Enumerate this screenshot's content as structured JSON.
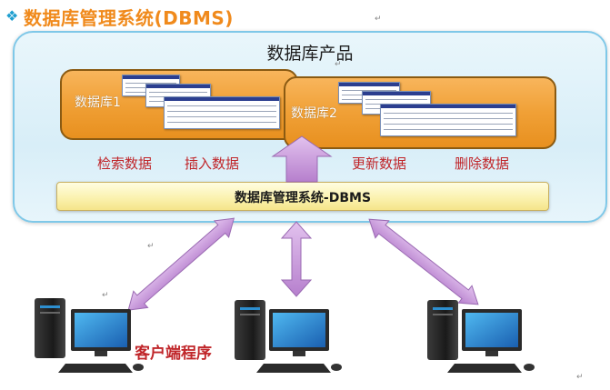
{
  "slide": {
    "title": "数据库管理系统(DBMS)"
  },
  "product_panel": {
    "title": "数据库产品"
  },
  "databases": [
    {
      "label": "数据库1"
    },
    {
      "label": "数据库2"
    }
  ],
  "operations": [
    {
      "label": "检索数据"
    },
    {
      "label": "插入数据"
    },
    {
      "label": "更新数据"
    },
    {
      "label": "删除数据"
    }
  ],
  "dbms": {
    "label": "数据库管理系统-DBMS"
  },
  "clients": {
    "label": "客户端程序"
  },
  "colors": {
    "title": "#f08a1c",
    "operation_text": "#c0262a",
    "arrow": "#c58fd8",
    "panel_border": "#7fc8e8",
    "db_box": "#f0a036"
  }
}
